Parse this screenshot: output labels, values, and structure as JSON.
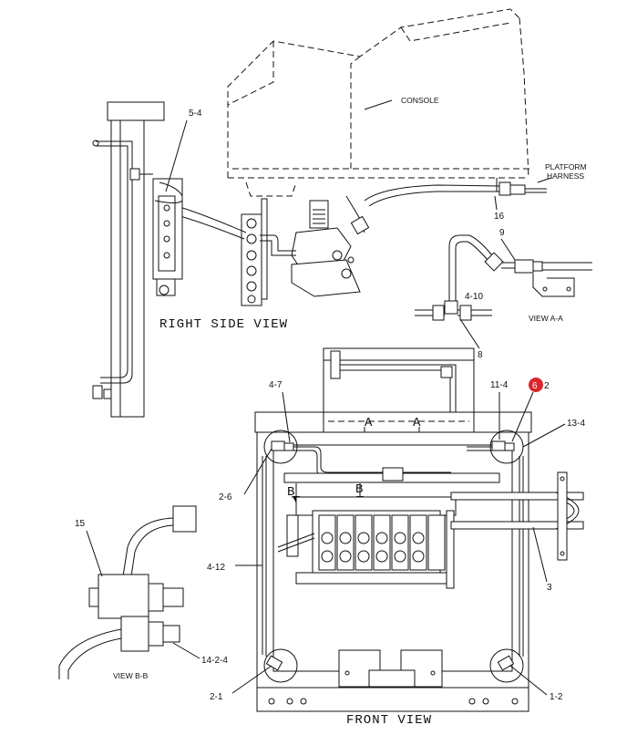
{
  "labels": {
    "console": "CONSOLE",
    "platform_harness_1": "PLATFORM",
    "platform_harness_2": "HARNESS",
    "right_side_view": "RIGHT SIDE VIEW",
    "view_aa": "VIEW A-A",
    "view_bb": "VIEW B-B",
    "front_view": "FRONT VIEW",
    "section_a_left": "A",
    "section_a_right": "A",
    "section_b_left": "B",
    "section_b_right": "B"
  },
  "callouts": {
    "c_5_4": "5-4",
    "c_16": "16",
    "c_9": "9",
    "c_4_10": "4-10",
    "c_8": "8",
    "c_4_7": "4-7",
    "c_11_4": "11-4",
    "c_6": "6",
    "c_2_marker": "2",
    "c_13_4": "13-4",
    "c_2_6": "2-6",
    "c_15": "15",
    "c_4_12": "4-12",
    "c_3": "3",
    "c_14_2_4": "14-2-4",
    "c_2_1": "2-1",
    "c_1_2": "1-2"
  },
  "colors": {
    "line": "#111111",
    "highlight": "#d8262c"
  }
}
